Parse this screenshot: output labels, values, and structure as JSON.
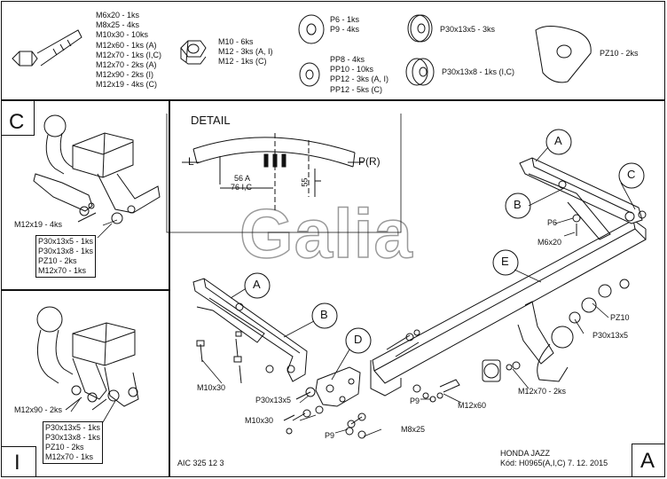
{
  "parts_bar": {
    "bolts": [
      "M6x20 - 1ks",
      "M8x25 - 4ks",
      "M10x30 - 10ks",
      "M12x60 - 1ks (A)",
      "M12x70 - 1ks (I,C)",
      "M12x70 - 2ks (A)",
      "M12x90 - 2ks (I)",
      "M12x19 - 4ks (C)"
    ],
    "nuts": [
      "M10 - 6ks",
      "M12 - 3ks (A, I)",
      "M12 - 1ks (C)"
    ],
    "washers_p": [
      "P6 - 1ks",
      "P9 - 4ks"
    ],
    "washers_pp": [
      "PP8 - 4ks",
      "PP10 - 10ks",
      "PP12 - 3ks (A, I)",
      "PP12 - 5ks (C)"
    ],
    "spacer_1": "P30x13x5 - 3ks",
    "spacer_2": "P30x13x8 - 1ks (I,C)",
    "pz_plate": "PZ10 - 2ks"
  },
  "panel_c": {
    "letter": "C",
    "bolt_label": "M12x19 - 4ks",
    "list": [
      "P30x13x5 - 1ks",
      "P30x13x8 - 1ks",
      "PZ10 - 2ks",
      "M12x70 - 1ks"
    ]
  },
  "panel_i": {
    "letter": "I",
    "bolt_label": "M12x90 - 2ks",
    "list": [
      "P30x13x5 - 1ks",
      "P30x13x8 - 1ks",
      "PZ10 - 2ks",
      "M12x70 - 1ks"
    ]
  },
  "detail": {
    "title": "DETAIL",
    "left": "L",
    "right": "P(R)",
    "dim_a": "56 A",
    "dim_ic": "76 I,C",
    "dim_vert": "55"
  },
  "watermark": "Galia",
  "main": {
    "callouts": [
      "A",
      "B",
      "C",
      "D",
      "E",
      "A",
      "B"
    ],
    "labels": {
      "p6": "P6",
      "m6x20": "M6x20",
      "pz10": "PZ10",
      "p30x13x5": "P30x13x5",
      "m12x70": "M12x70 - 2ks",
      "m12x60": "M12x60",
      "p9_right": "P9",
      "p9_left": "P9",
      "m8x25": "M8x25",
      "m10x30_a": "M10x30",
      "m10x30_b": "M10x30",
      "p30x13x5_b": "P30x13x5"
    }
  },
  "footer": {
    "code_left": "AIC 325 12 3",
    "vehicle": "HONDA JAZZ",
    "code": "Kód: H0965(A,I,C)  7. 12. 2015",
    "letter": "A"
  }
}
